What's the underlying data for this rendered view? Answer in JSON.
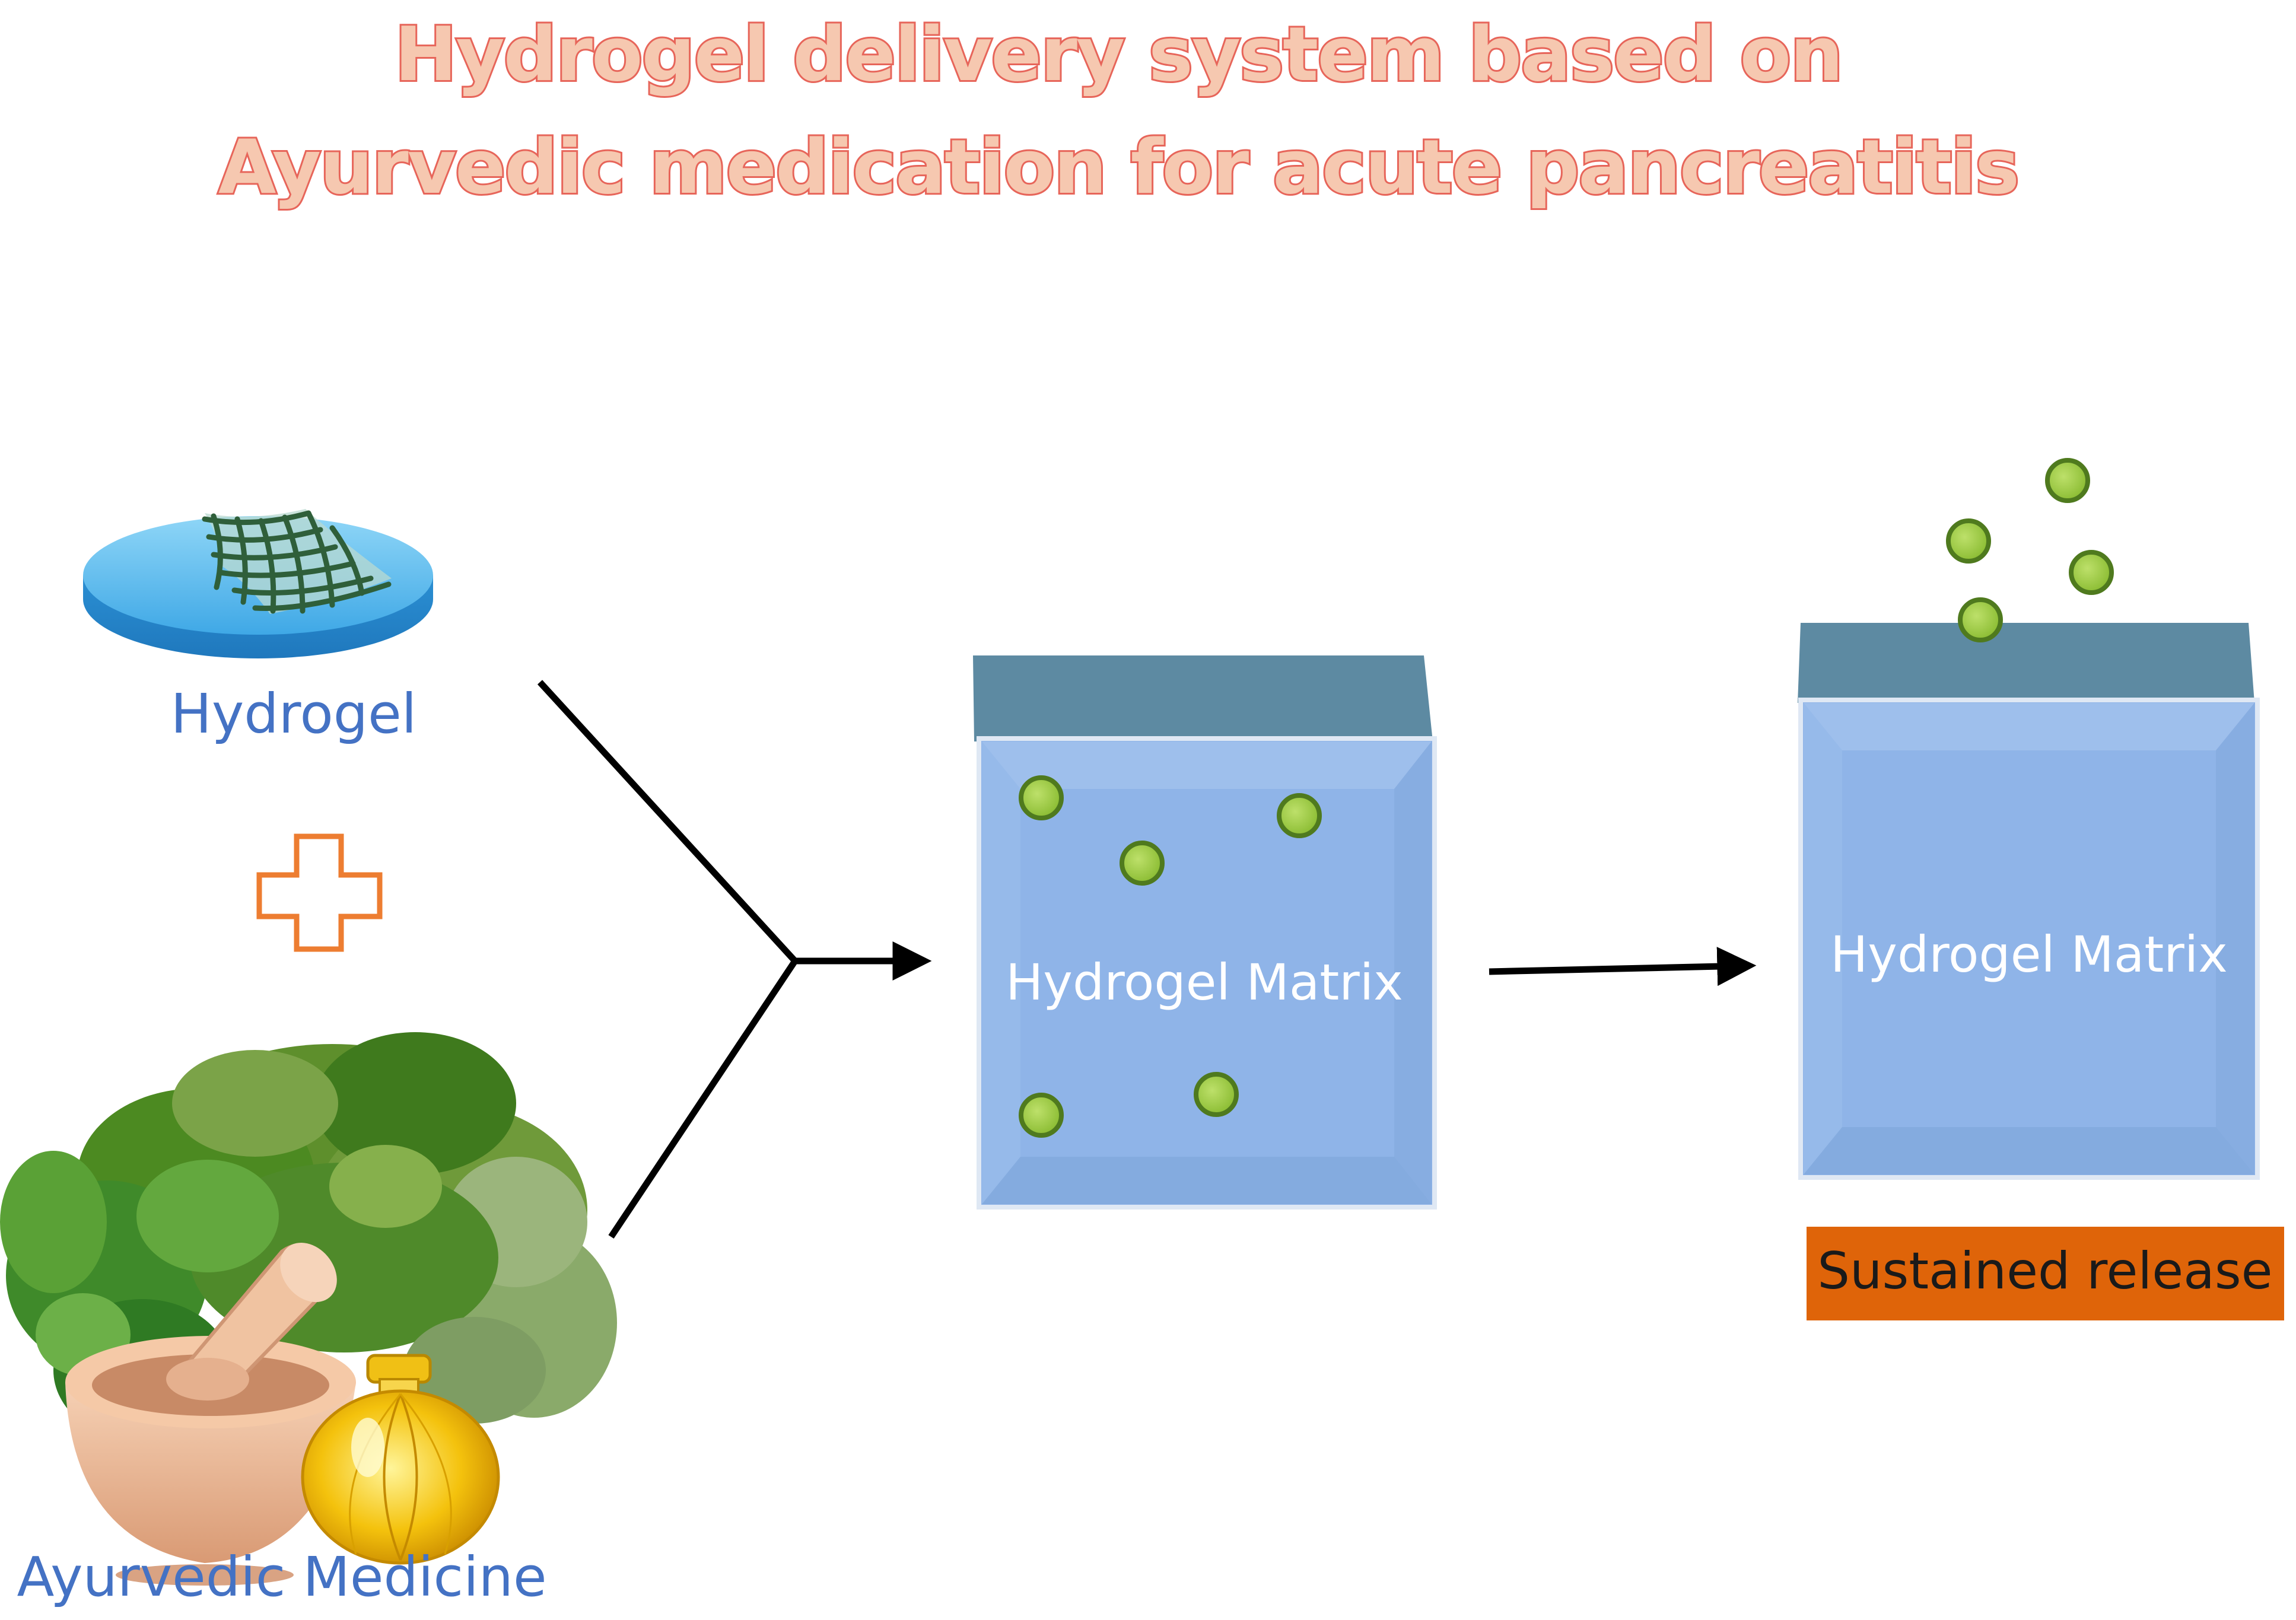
{
  "title": {
    "line1": "Hydrogel delivery system based on",
    "line2": "Ayurvedic medication for acute pancreatitis"
  },
  "labels": {
    "hydrogel": "Hydrogel",
    "ayurvedic": "Ayurvedic Medicine",
    "matrix_loaded": "Hydrogel Matrix",
    "matrix_release": "Hydrogel Matrix",
    "sustained": "Sustained release"
  },
  "icons": {
    "hydrogel_disc": "hydrogel-disc-icon",
    "plus": "plus-icon",
    "herbs": "herbs-mortar-oil-icon",
    "drug_particle": "drug-particle-icon"
  },
  "colors": {
    "title_fill": "#f6c8b0",
    "title_stroke": "#e7655a",
    "label_blue": "#4472c4",
    "plus_orange": "#ed7d31",
    "cube_front": "#8fb4e8",
    "cube_top": "#5d8aa2",
    "particle": "#9bc83c",
    "particle_stroke": "#4f7a1e",
    "badge": "#df6409"
  }
}
